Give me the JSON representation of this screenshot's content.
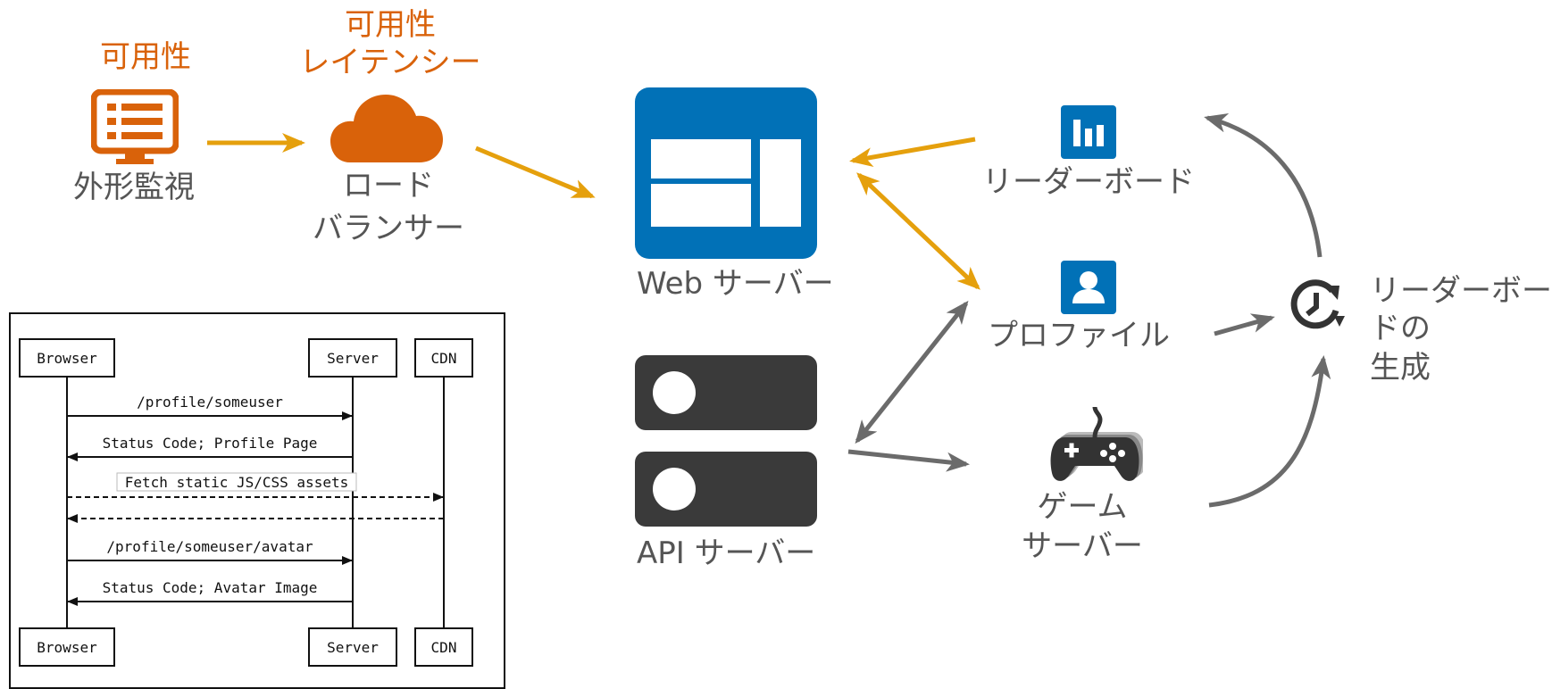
{
  "colors": {
    "orange": "#d9620a",
    "arrow_orange": "#e5a00d",
    "blue": "#0171b7",
    "dark": "#3a3a3a",
    "gray_arrow": "#6b6b6b",
    "text": "#555555"
  },
  "nodes": {
    "monitoring": {
      "tag": "可用性",
      "label": "外形監視",
      "icon": "monitor-list-icon"
    },
    "load_balancer": {
      "tag_line1": "可用性",
      "tag_line2": "レイテンシー",
      "label_line1": "ロード",
      "label_line2": "バランサー",
      "icon": "cloud-icon"
    },
    "web_server": {
      "label": "Web サーバー",
      "icon": "web-layout-icon"
    },
    "api_server": {
      "label": "API サーバー",
      "icon": "server-stack-icon"
    },
    "leaderboard": {
      "label": "リーダーボード",
      "icon": "bar-chart-icon"
    },
    "profile": {
      "label": "プロファイル",
      "icon": "user-card-icon"
    },
    "game_server": {
      "label_line1": "ゲーム",
      "label_line2": "サーバー",
      "icon": "gamepad-icon"
    },
    "leaderboard_gen": {
      "label_line1": "リーダーボー",
      "label_line2": "ドの",
      "label_line3": "生成",
      "icon": "clock-refresh-icon"
    }
  },
  "sequence": {
    "participants": [
      "Browser",
      "Server",
      "CDN"
    ],
    "messages": [
      {
        "text": "/profile/someuser",
        "from": "Browser",
        "to": "Server",
        "style": "solid"
      },
      {
        "text": "Status Code; Profile Page",
        "from": "Server",
        "to": "Browser",
        "style": "solid"
      },
      {
        "text": "Fetch static JS/CSS assets",
        "from": "Browser",
        "to": "CDN",
        "style": "dashed"
      },
      {
        "text": "",
        "from": "CDN",
        "to": "Browser",
        "style": "dashed"
      },
      {
        "text": "/profile/someuser/avatar",
        "from": "Browser",
        "to": "Server",
        "style": "solid"
      },
      {
        "text": "Status Code; Avatar Image",
        "from": "Server",
        "to": "Browser",
        "style": "solid"
      }
    ]
  }
}
